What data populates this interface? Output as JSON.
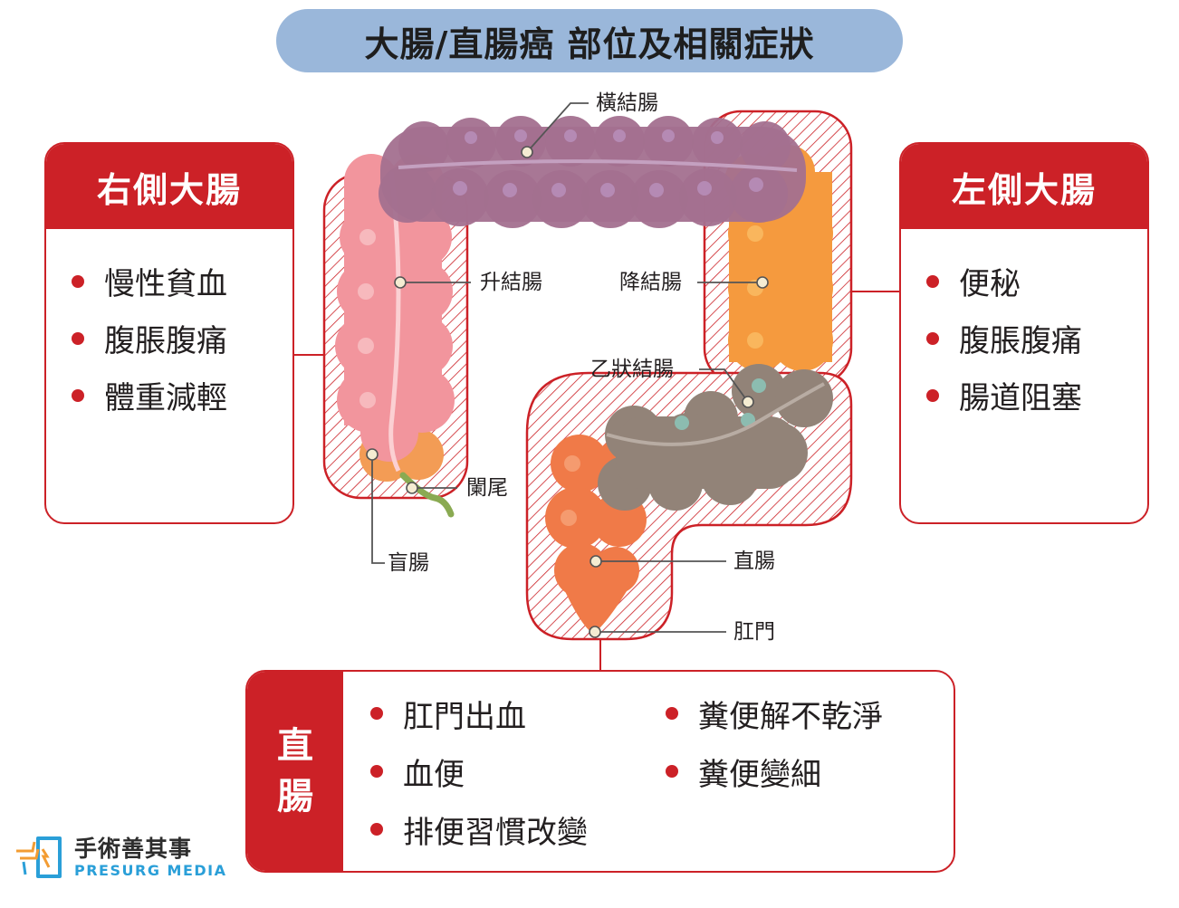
{
  "title": "大腸/直腸癌 部位及相關症狀",
  "colors": {
    "accent": "#cc2127",
    "title_bg": "#9ab7da"
  },
  "left_panel": {
    "heading": "右側大腸",
    "items": [
      "慢性貧血",
      "腹脹腹痛",
      "體重減輕"
    ]
  },
  "right_panel": {
    "heading": "左側大腸",
    "items": [
      "便秘",
      "腹脹腹痛",
      "腸道阻塞"
    ]
  },
  "rectum_panel": {
    "heading_line1": "直",
    "heading_line2": "腸",
    "col1": [
      "肛門出血",
      "血便",
      "排便習慣改變"
    ],
    "col2": [
      "糞便解不乾淨",
      "糞便變細"
    ]
  },
  "labels": {
    "transverse": "橫結腸",
    "ascending": "升結腸",
    "descending": "降結腸",
    "sigmoid": "乙狀結腸",
    "appendix": "闌尾",
    "cecum": "盲腸",
    "rectum": "直腸",
    "anus": "肛門"
  },
  "logo": {
    "name": "手術善其事",
    "sub": "PRESURG MEDIA"
  }
}
